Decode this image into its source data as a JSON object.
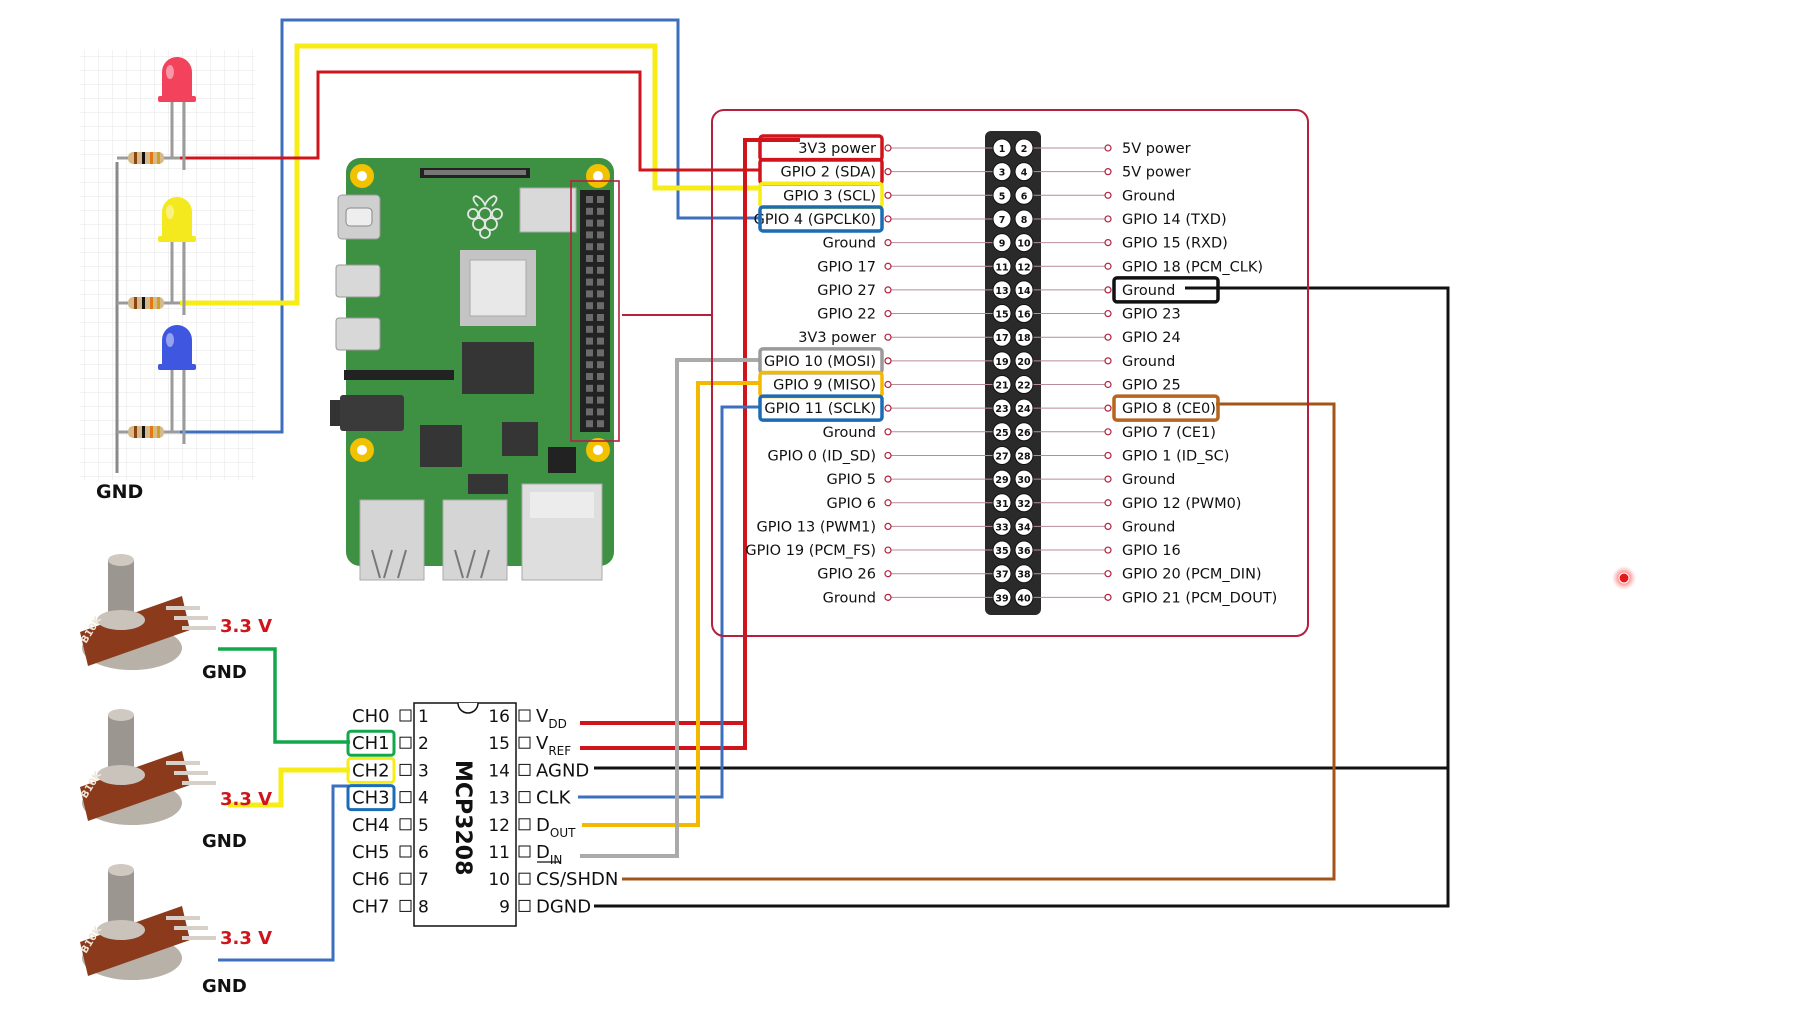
{
  "colors": {
    "red": "#d0141c",
    "yellow": "#f7ec16",
    "blue": "#3d6fbf",
    "black": "#111111",
    "green": "#12a84a",
    "gray": "#aaaaaa",
    "orange": "#f5b800",
    "brown": "#a3541a",
    "frame": "#b3213f",
    "board_green": "#3e9143",
    "hl_blue": "#1b6cb5",
    "hl_gray": "#9a9a9a",
    "hl_brown": "#b5651d"
  },
  "labels": {
    "gnd": "GND",
    "v33": "3.3 V",
    "pot_text": "B10K"
  },
  "chip": {
    "name": "MCP3208",
    "left": [
      {
        "label": "CH0",
        "num": "1"
      },
      {
        "label": "CH1",
        "num": "2"
      },
      {
        "label": "CH2",
        "num": "3"
      },
      {
        "label": "CH3",
        "num": "4"
      },
      {
        "label": "CH4",
        "num": "5"
      },
      {
        "label": "CH5",
        "num": "6"
      },
      {
        "label": "CH6",
        "num": "7"
      },
      {
        "label": "CH7",
        "num": "8"
      }
    ],
    "right": [
      {
        "num": "16",
        "label": "V",
        "sub": "DD"
      },
      {
        "num": "15",
        "label": "V",
        "sub": "REF"
      },
      {
        "num": "14",
        "label": "AGND",
        "sub": ""
      },
      {
        "num": "13",
        "label": "CLK",
        "sub": ""
      },
      {
        "num": "12",
        "label": "D",
        "sub": "OUT"
      },
      {
        "num": "11",
        "label": "D",
        "sub": "IN"
      },
      {
        "num": "10",
        "label": "CS/SHDN",
        "sub": ""
      },
      {
        "num": "9",
        "label": "DGND",
        "sub": ""
      }
    ]
  },
  "gpio": {
    "left": [
      "3V3 power",
      "GPIO 2 (SDA)",
      "GPIO 3 (SCL)",
      "GPIO 4 (GPCLK0)",
      "Ground",
      "GPIO 17",
      "GPIO 27",
      "GPIO 22",
      "3V3 power",
      "GPIO 10 (MOSI)",
      "GPIO 9 (MISO)",
      "GPIO 11 (SCLK)",
      "Ground",
      "GPIO 0 (ID_SD)",
      "GPIO 5",
      "GPIO 6",
      "GPIO 13 (PWM1)",
      "GPIO 19 (PCM_FS)",
      "GPIO 26",
      "Ground"
    ],
    "right": [
      "5V power",
      "5V power",
      "Ground",
      "GPIO 14 (TXD)",
      "GPIO 15 (RXD)",
      "GPIO 18 (PCM_CLK)",
      "Ground",
      "GPIO 23",
      "GPIO 24",
      "Ground",
      "GPIO 25",
      "GPIO 8 (CE0)",
      "GPIO 7 (CE1)",
      "GPIO 1 (ID_SC)",
      "Ground",
      "GPIO 12 (PWM0)",
      "Ground",
      "GPIO 16",
      "GPIO 20 (PCM_DIN)",
      "GPIO 21 (PCM_DOUT)"
    ],
    "highlights_left": [
      {
        "row": 0,
        "color": "red"
      },
      {
        "row": 1,
        "color": "red"
      },
      {
        "row": 2,
        "color": "yellow"
      },
      {
        "row": 3,
        "color": "hl_blue"
      },
      {
        "row": 9,
        "color": "hl_gray"
      },
      {
        "row": 10,
        "color": "orange"
      },
      {
        "row": 11,
        "color": "hl_blue"
      }
    ],
    "highlights_right": [
      {
        "row": 6,
        "color": "black"
      },
      {
        "row": 11,
        "color": "hl_brown"
      }
    ]
  }
}
